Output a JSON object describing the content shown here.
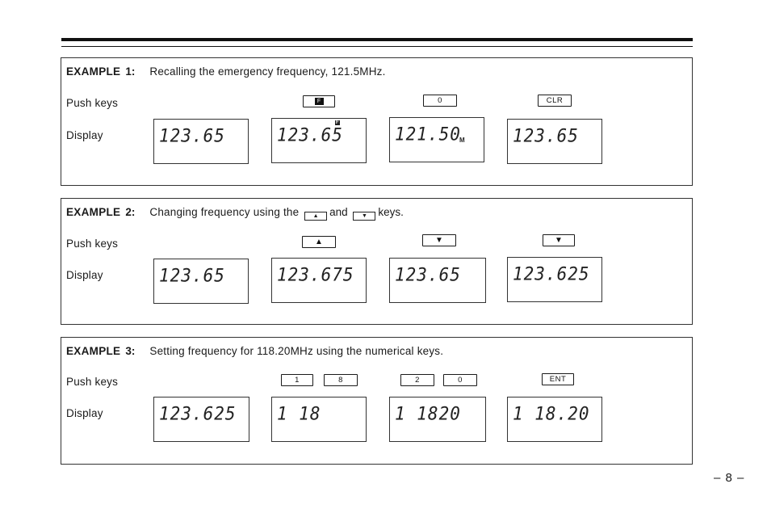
{
  "page_number": "– 8 –",
  "examples": [
    {
      "label": "EXAMPLE",
      "number": "1:",
      "description": "Recalling the emergency frequency, 121.5MHz.",
      "push_keys_label": "Push keys",
      "display_label": "Display",
      "keys": [
        {
          "name": "f-key",
          "label": "F",
          "icon": "F"
        },
        {
          "name": "0-key",
          "label": "0"
        },
        {
          "name": "clr-key",
          "label": "CLR"
        }
      ],
      "displays": [
        {
          "value": "123.65",
          "indicator": ""
        },
        {
          "value": "123.65",
          "indicator": "F"
        },
        {
          "value": "121.50",
          "indicator": "M"
        },
        {
          "value": "123.65",
          "indicator": ""
        }
      ]
    },
    {
      "label": "EXAMPLE",
      "number": "2:",
      "description_before": "Changing frequency using the",
      "description_mid": "and",
      "description_after": "keys.",
      "inline_up_icon": "▲",
      "inline_down_icon": "▼",
      "push_keys_label": "Push keys",
      "display_label": "Display",
      "keys": [
        {
          "name": "up-key",
          "icon": "▲"
        },
        {
          "name": "down-key",
          "icon": "▼"
        },
        {
          "name": "down-key-2",
          "icon": "▼"
        }
      ],
      "displays": [
        {
          "value": "123.65"
        },
        {
          "value": "123.675"
        },
        {
          "value": "123.65"
        },
        {
          "value": "123.625"
        }
      ]
    },
    {
      "label": "EXAMPLE",
      "number": "3:",
      "description": "Setting frequency for 118.20MHz using the numerical keys.",
      "push_keys_label": "Push keys",
      "display_label": "Display",
      "keys": [
        {
          "name": "1-key",
          "label": "1"
        },
        {
          "name": "8-key",
          "label": "8"
        },
        {
          "name": "2-key",
          "label": "2"
        },
        {
          "name": "0-key",
          "label": "0"
        },
        {
          "name": "ent-key",
          "label": "ENT"
        }
      ],
      "displays": [
        {
          "value": "123.625"
        },
        {
          "value": "1 18"
        },
        {
          "value": "1 1820"
        },
        {
          "value": "1 18.20"
        }
      ]
    }
  ]
}
